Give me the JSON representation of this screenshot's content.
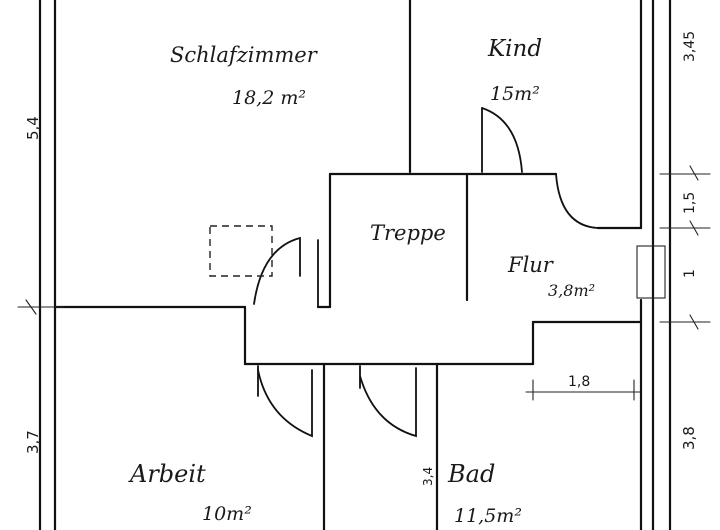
{
  "rooms": {
    "schlafzimmer": {
      "name": "Schlafzimmer",
      "area": "18,2 m²"
    },
    "kind": {
      "name": "Kind",
      "area": "15m²"
    },
    "treppe": {
      "name": "Treppe"
    },
    "flur": {
      "name": "Flur",
      "area": "3,8m²"
    },
    "arbeit": {
      "name": "Arbeit",
      "area": "10m²"
    },
    "bad": {
      "name": "Bad",
      "area": "11,5m²"
    }
  },
  "dimensions": {
    "left_upper": "5,4",
    "left_lower": "3,7",
    "right_top": "3,45",
    "right_mid1": "1,5",
    "right_mid2": "1",
    "right_lower": "3,8",
    "flur_width": "1,8",
    "bad_small": "3,4"
  }
}
